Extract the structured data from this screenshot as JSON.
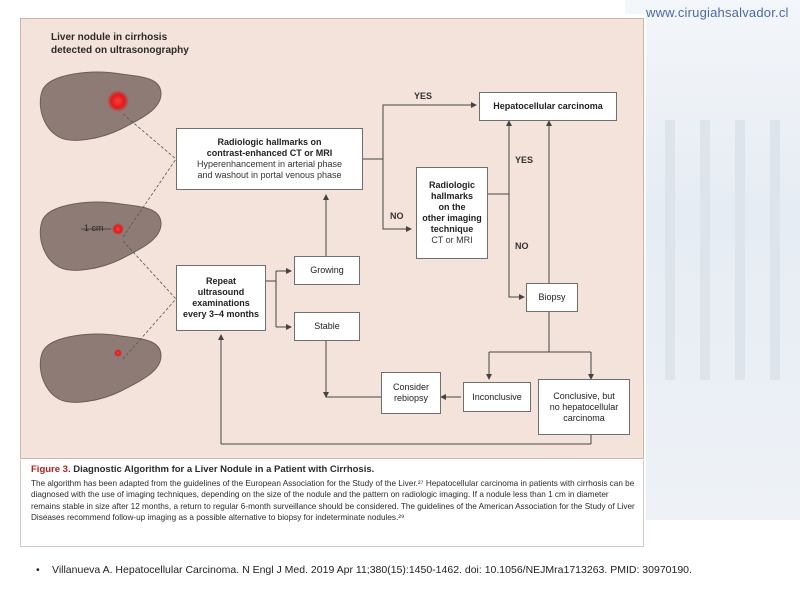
{
  "site_url": "www.cirugiahsalvador.cl",
  "diagram": {
    "header": [
      "Liver nodule in cirrhosis",
      "detected on ultrasonography"
    ],
    "liver_size_label": "1 cm",
    "box_ct_mri": {
      "title1": "Radiologic hallmarks on",
      "title2": "contrast-enhanced CT or MRI",
      "sub1": "Hyperenhancement in arterial phase",
      "sub2": "and washout in portal venous phase"
    },
    "box_hcc": "Hepatocellular carcinoma",
    "box_other": {
      "t1": "Radiologic",
      "t2": "hallmarks",
      "t3": "on the",
      "t4": "other imaging",
      "t5": "technique",
      "sub": "CT or MRI"
    },
    "box_repeat": [
      "Repeat",
      "ultrasound",
      "examinations",
      "every 3–4 months"
    ],
    "box_growing": "Growing",
    "box_stable": "Stable",
    "box_biopsy": "Biopsy",
    "box_rebiopsy": [
      "Consider",
      "rebiopsy"
    ],
    "box_inconclusive": "Inconclusive",
    "box_conclusive": [
      "Conclusive, but",
      "no hepatocellular",
      "carcinoma"
    ],
    "label_yes_top": "YES",
    "label_yes_right": "YES",
    "label_no_left": "NO",
    "label_no_right": "NO"
  },
  "caption": {
    "figure_label": "Figure 3.",
    "title": "Diagnostic Algorithm for a Liver Nodule in a Patient with Cirrhosis.",
    "body": "The algorithm has been adapted from the guidelines of the European Association for the Study of the Liver.²⁷ Hepatocellular carcinoma in patients with cirrhosis can be diagnosed with the use of imaging techniques, depending on the size of the nodule and the pattern on radiologic imaging. If a nodule less than 1 cm in diameter remains stable in size after 12 months, a return to regular 6-month surveillance should be considered. The guidelines of the American Association for the Study of Liver Diseases recommend follow-up imaging as a possible alternative to biopsy for indeterminate nodules.²⁹"
  },
  "citation": {
    "bullet": "•",
    "text": "Villanueva A. Hepatocellular Carcinoma. N Engl J Med. 2019  Apr 11;380(15):1450-1462.   doi: 10.1056/NEJMra1713263.   PMID: 30970190."
  },
  "colors": {
    "panel_bg": "#f4e3da",
    "lesion": "#e01a1a",
    "liver": "#8e7b76",
    "figure_label": "#b02020",
    "url": "#4a6aa6"
  }
}
